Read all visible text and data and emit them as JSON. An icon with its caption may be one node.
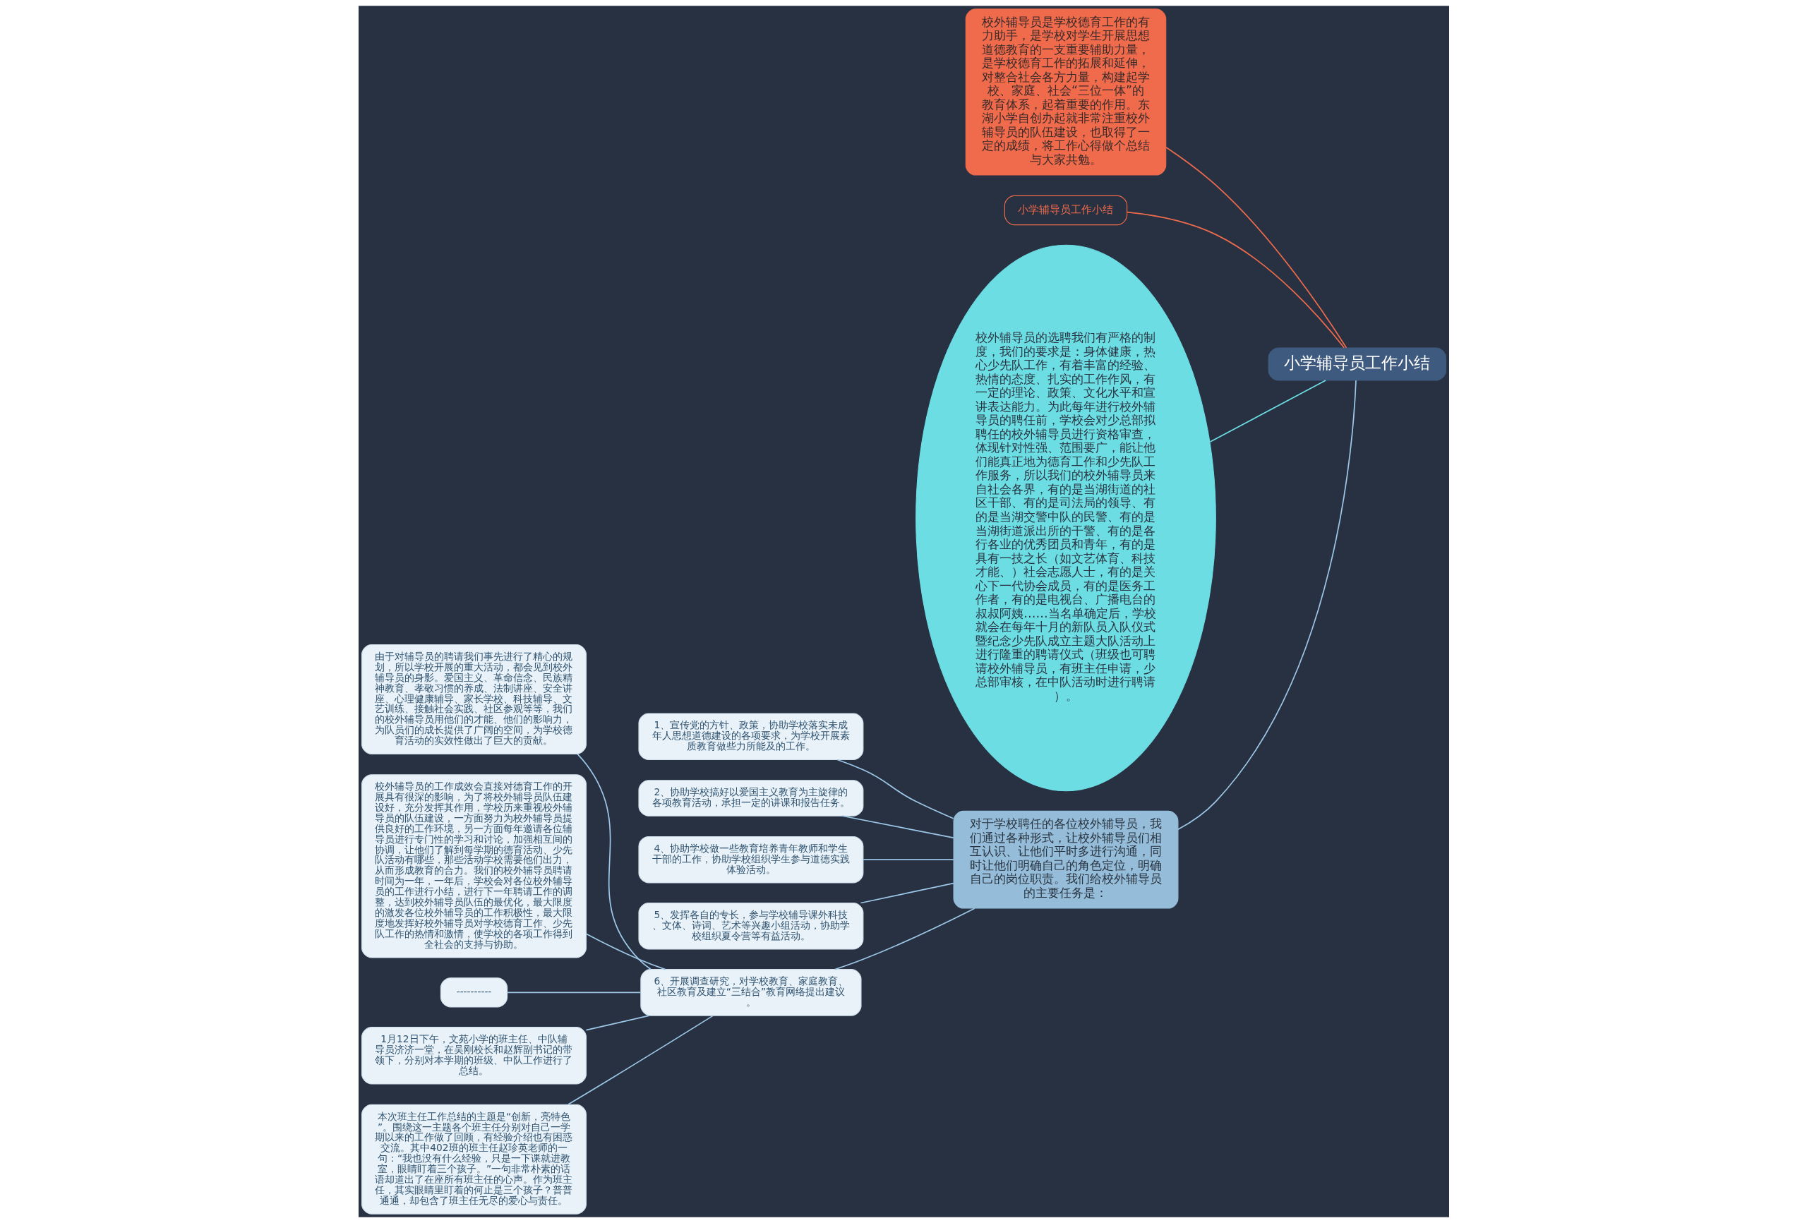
{
  "diagram": {
    "nodes": [
      {
        "text": [
          "小学辅导员工作小结"
        ]
      },
      {
        "text": [
          "校外辅导员是学校德育工作的有力助手，是学校对学生开展思想道德教育的一支重要辅助力量，是学校德育工作的拓展和延伸，对整合社会各方力量，构建起学校、家庭、社会“三位一体”的教育体系，起着重要的作用。东湖小学自创办起就非常注重校外辅导员的队伍建设，也取得了一定的成绩，将工作心得做个总结与大家共勉。"
        ]
      },
      {
        "text": [
          "小学辅导员工作小结"
        ]
      },
      {
        "text": [
          "校外辅导员的选聘我们有严格的制度，我们的要求是：身体健康，热心少先队工作，有着丰富的经验、热情的态度、扎实的工作作风，有一定的理论、政策、文化水平和宣讲表达能力。为此每年进行校外辅导员的聘任前，学校会对少总部拟聘任的校外辅导员进行资格审查，体现针对性强、范围要广，能让他们能真正地为德育工作和少先队工作服务，所以我们的校外辅导员来自社会各界，有的是当湖街道的社区干部、有的是司法局的领导、有的是当湖交警中队的民警、有的是当湖街道派出所的干警、有的是各行各业的优秀团员和青年，有的是具有一技之长（如文艺体育、科技才能、）社会志愿人士，有的是关心下一代协会成员，有的是医务工作者，有的是电视台、广播电台的叔叔阿姨……当名单确定后，学校就会在每年十月的新队员入队仪式暨纪念少先队成立主题大队活动上进行隆重的聘请仪式（班级也可聘请校外辅导员，有班主任申请，少总部审核，在中队活动时进行聘请）。"
        ]
      },
      {
        "text": [
          "对于学校聘任的各位校外辅导员，我们通过各种形式，让校外辅导员们相互认识、让他们平时多进行沟通，同时让他们明确自己的角色定位，明确自己的岗位职责。我们给校外辅导员的主要任务是："
        ]
      },
      {
        "text": [
          "1、宣传党的方针、政策，协助学校落实未成年人思想道德建设的各项要求，为学校开展素质教育做些力所能及的工作。"
        ]
      },
      {
        "text": [
          "2、协助学校搞好以爱国主义教育为主旋律的各项教育活动，承担一定的讲课和报告任务。"
        ]
      },
      {
        "text": [
          "4、协助学校做一些教育培养青年教师和学生干部的工作，协助学校组织学生参与道德实践体验活动。"
        ]
      },
      {
        "text": [
          "5、发挥各自的专长，参与学校辅导课外科技、文体、诗词、艺术等兴趣小组活动，协助学校组织夏令营等有益活动。"
        ]
      },
      {
        "text": [
          "6、开展调查研究，对学校教育、家庭教育、社区教育及建立“三结合”教育网络提出建议。"
        ]
      },
      {
        "text": [
          "由于对辅导员的聘请我们事先进行了精心的规划，所以学校开展的重大活动，都会见到校外辅导员的身影。爱国主义、革命信念、民族精神教育、孝敬习惯的养成、法制讲座、安全讲座、心理健康辅导、家长学校、科技辅导、文艺训练、接触社会实践、社区参观等等，我们的校外辅导员用他们的才能、他们的影响力，为队员们的成长提供了广阔的空间，为学校德育活动的实效性做出了巨大的贡献。"
        ]
      },
      {
        "text": [
          "校外辅导员的工作成效会直接对德育工作的开展具有很深的影响，为了将校外辅导员队伍建设好，充分发挥其作用，学校历来重视校外辅导员的队伍建设，一方面努力为校外辅导员提供良好的工作环境，另一方面每年邀请各位辅导员进行专门性的学习和讨论，加强相互间的协调，让他们了解到每学期的德育活动、少先队活动有哪些，那些活动学校需要他们出力，从而形成教育的合力。我们的校外辅导员聘请时间为一年，一年后，学校会对各位校外辅导员的工作进行小结，进行下一年聘请工作的调整，达到校外辅导员队伍的最优化，最大限度的激发各位校外辅导员的工作积极性，最大限度地发挥好校外辅导员对学校德育工作、少先队工作的热情和激情，使学校的各项工作得到全社会的支持与协助。"
        ]
      },
      {
        "text": [
          "----------"
        ]
      },
      {
        "text": [
          "1月12日下午，文苑小学的班主任、中队辅导员济济一堂，在吴刚校长和赵辉副书记的带领下，分别对本学期的班级、中队工作进行了总结。"
        ]
      },
      {
        "text": [
          "本次班主任工作总结的主题是“创新，亮特色”。围绕这一主题各个班主任分别对自己一学期以来的工作做了回顾，有经验介绍也有困惑交流。其中402班的班主任赵珍英老师的一句：“我也没有什么经验，只是一下课就进教室，眼睛盯着三个孩子。”一句非常朴素的话语却道出了在座所有班主任的心声。作为班主任，其实眼睛里盯着的何止是三个孩子？普普通通，却包含了班主任无尽的爱心与责任。"
        ]
      }
    ],
    "edges": [
      {
        "from": 0,
        "to": 1,
        "arrow": "none",
        "color": "#ef6b4c"
      },
      {
        "from": 0,
        "to": 2,
        "arrow": "none",
        "color": "#ef6b4c"
      },
      {
        "from": 0,
        "to": 3,
        "arrow": "none",
        "color": "#6ddde4"
      },
      {
        "from": 0,
        "to": 4,
        "arrow": "none"
      },
      {
        "from": 4,
        "to": 5,
        "arrow": "none"
      },
      {
        "from": 4,
        "to": 6,
        "arrow": "none"
      },
      {
        "from": 4,
        "to": 7,
        "arrow": "none"
      },
      {
        "from": 4,
        "to": 8,
        "arrow": "none"
      },
      {
        "from": 4,
        "to": 9,
        "arrow": "none"
      },
      {
        "from": 9,
        "to": 10,
        "arrow": "none"
      },
      {
        "from": 9,
        "to": 11,
        "arrow": "none"
      },
      {
        "from": 9,
        "to": 12,
        "arrow": "none"
      },
      {
        "from": 9,
        "to": 13,
        "arrow": "none"
      },
      {
        "from": 9,
        "to": 14,
        "arrow": "none"
      }
    ]
  }
}
